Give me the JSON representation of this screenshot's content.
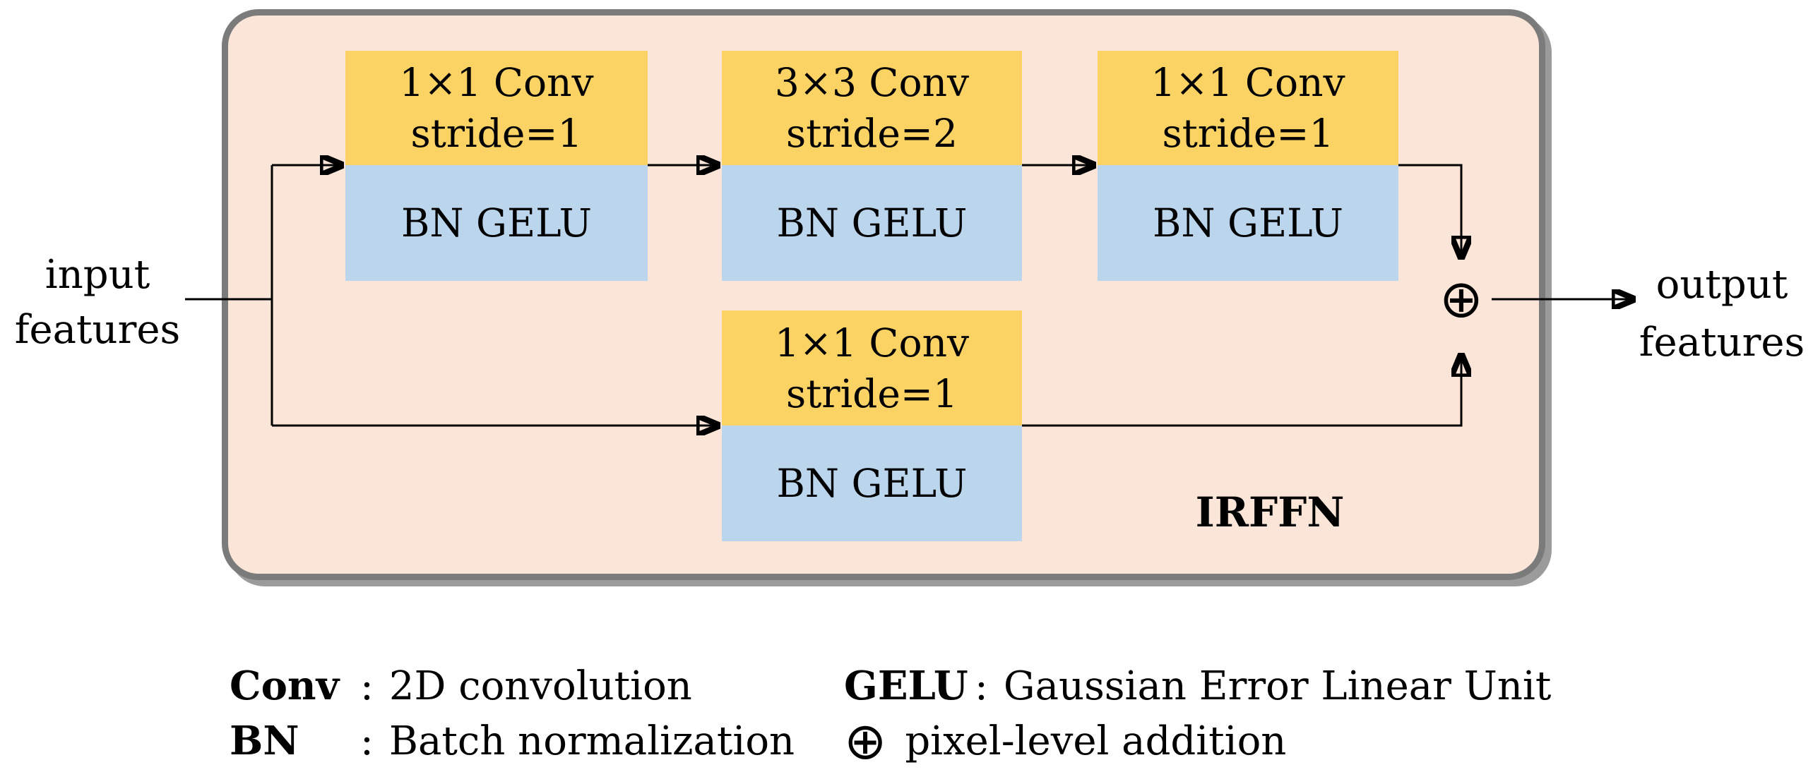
{
  "diagram": {
    "panel_label": "IRFFN",
    "input_label": {
      "line1": "input",
      "line2": "features"
    },
    "output_label": {
      "line1": "output",
      "line2": "features"
    },
    "plus_symbol": "⊕",
    "blocks": [
      {
        "conv": "1×1 Conv",
        "stride": "stride=1",
        "norm_act": "BN GELU"
      },
      {
        "conv": "3×3 Conv",
        "stride": "stride=2",
        "norm_act": "BN GELU"
      },
      {
        "conv": "1×1 Conv",
        "stride": "stride=1",
        "norm_act": "BN GELU"
      },
      {
        "conv": "1×1 Conv",
        "stride": "stride=1",
        "norm_act": "BN GELU"
      }
    ],
    "colors": {
      "conv_fill": "#FBD365",
      "bn_fill": "#BBD5EC",
      "panel_fill": "#FAE5D8",
      "panel_border": "#7B7B7B",
      "line": "#000000"
    }
  },
  "legend": {
    "left": [
      {
        "term": "Conv",
        "colon": ":",
        "definition": "2D convolution"
      },
      {
        "term": "BN",
        "colon": ":",
        "definition": "Batch normalization"
      }
    ],
    "right": [
      {
        "term": "GELU",
        "colon": ":",
        "definition": "Gaussian Error Linear Unit"
      },
      {
        "term": "⊕",
        "colon": "",
        "definition": "pixel-level addition"
      }
    ]
  }
}
